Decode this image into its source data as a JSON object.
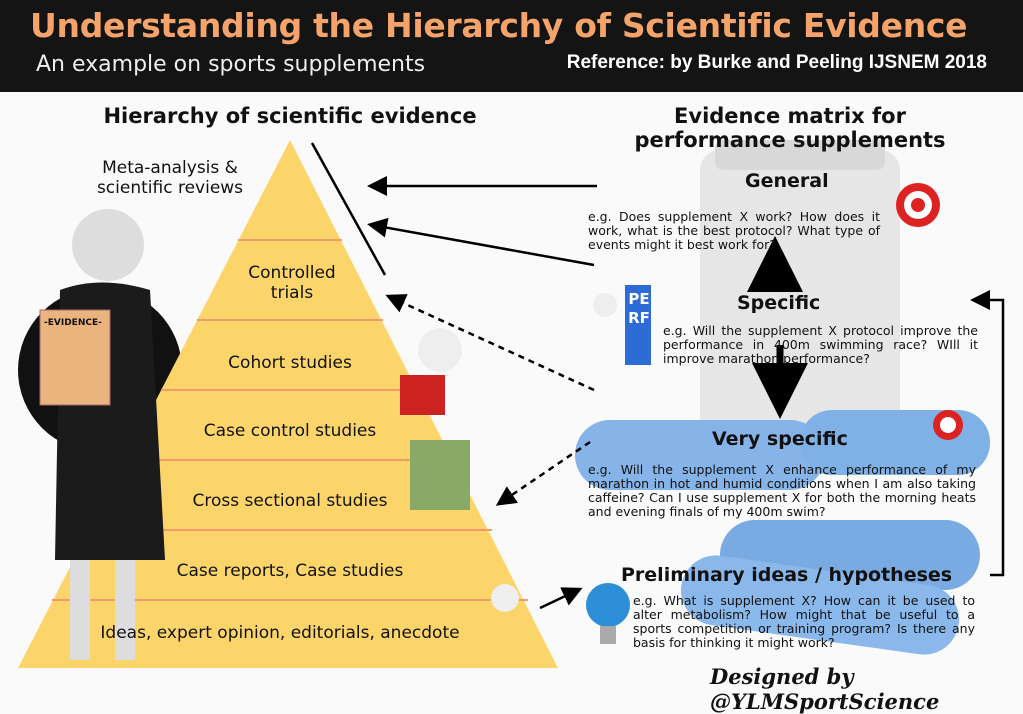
{
  "header": {
    "title": "Understanding the Hierarchy of Scientific Evidence",
    "subtitle": "An example on sports supplements",
    "reference": "Reference: by Burke and Peeling IJSNEM 2018"
  },
  "pyramid": {
    "heading": "Hierarchy of scientific evidence",
    "levels": [
      "Meta-analysis & scientific reviews",
      "Controlled trials",
      "Cohort studies",
      "Case control studies",
      "Cross sectional studies",
      "Case reports, Case studies",
      "Ideas, expert opinion, editorials, anecdote"
    ],
    "doc_label": "-EVIDENCE-"
  },
  "matrix": {
    "heading": "Evidence matrix for performance supplements",
    "sections": [
      {
        "title": "General",
        "text": "e.g. Does supplement X work? How does it work, what is the best protocol? What type of events might it best work for?"
      },
      {
        "title": "Specific",
        "text": "e.g. Will the supplement X protocol improve the performance in 400m swimming race? WIll it improve marathon performance?"
      },
      {
        "title": "Very specific",
        "text": "e.g. Will the supplement X enhance performance of my marathon in hot and humid conditions when I am also taking caffeine? Can I use supplement X for both the morning heats and evening finals of my 400m swim?"
      },
      {
        "title": "Preliminary ideas / hypotheses",
        "text": "e.g. What is supplement X? How can it be used to alter metabolism? How might that be useful to a sports competition or training program? Is there any basis for thinking it might work?"
      }
    ]
  },
  "perf_blocks": "PERF",
  "credit": "Designed by @YLMSportScience",
  "colors": {
    "title": "#f4a46a",
    "pyramid": "#fcd56a",
    "divider": "#f39a6a",
    "pill": "#7fb0e6"
  }
}
